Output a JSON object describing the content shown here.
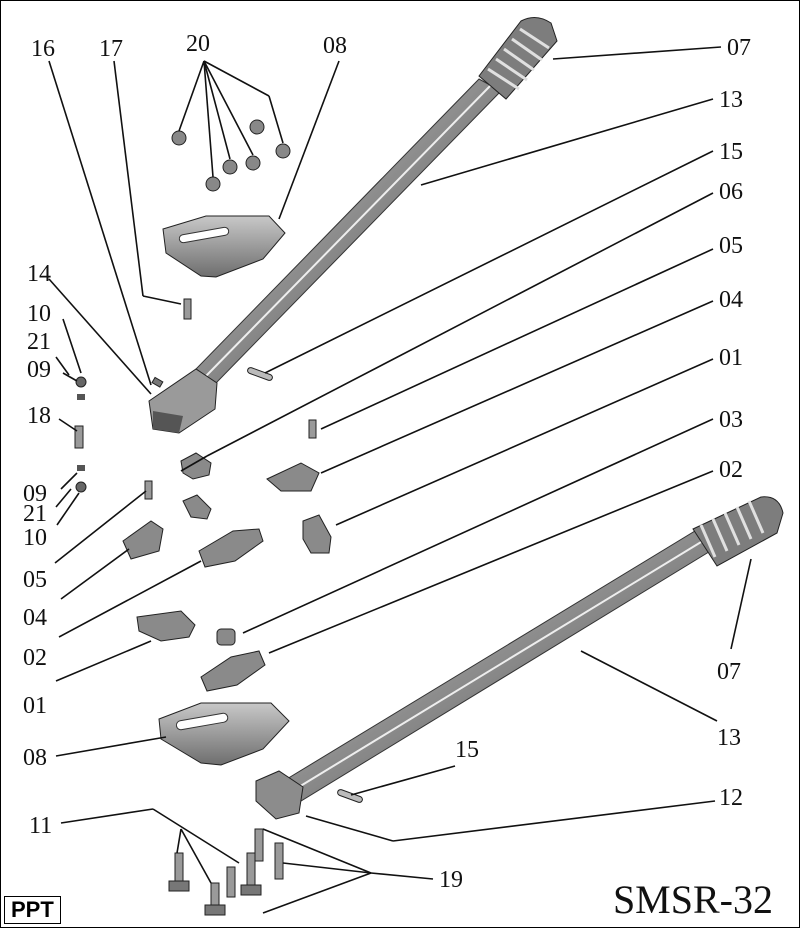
{
  "labels": {
    "l16": "16",
    "l17": "17",
    "l20": "20",
    "l08a": "08",
    "l07a": "07",
    "l13a": "13",
    "l15a": "15",
    "l06": "06",
    "l05r": "05",
    "l04r": "04",
    "l01r": "01",
    "l03": "03",
    "l02r": "02",
    "l14": "14",
    "l10a": "10",
    "l21a": "21",
    "l09a": "09",
    "l18": "18",
    "l09b": "09",
    "l21b": "21",
    "l10b": "10",
    "l05l": "05",
    "l04l": "04",
    "l02l": "02",
    "l01l": "01",
    "l08b": "08",
    "l07b": "07",
    "l13b": "13",
    "l15b": "15",
    "l12": "12",
    "l11": "11",
    "l19": "19"
  },
  "model_code": "SMSR-32",
  "brand": "PPT",
  "colors": {
    "ink": "#111111",
    "metal": "#8a8a8a",
    "metal_light": "#bdbdbd",
    "metal_dark": "#4a4a4a"
  }
}
